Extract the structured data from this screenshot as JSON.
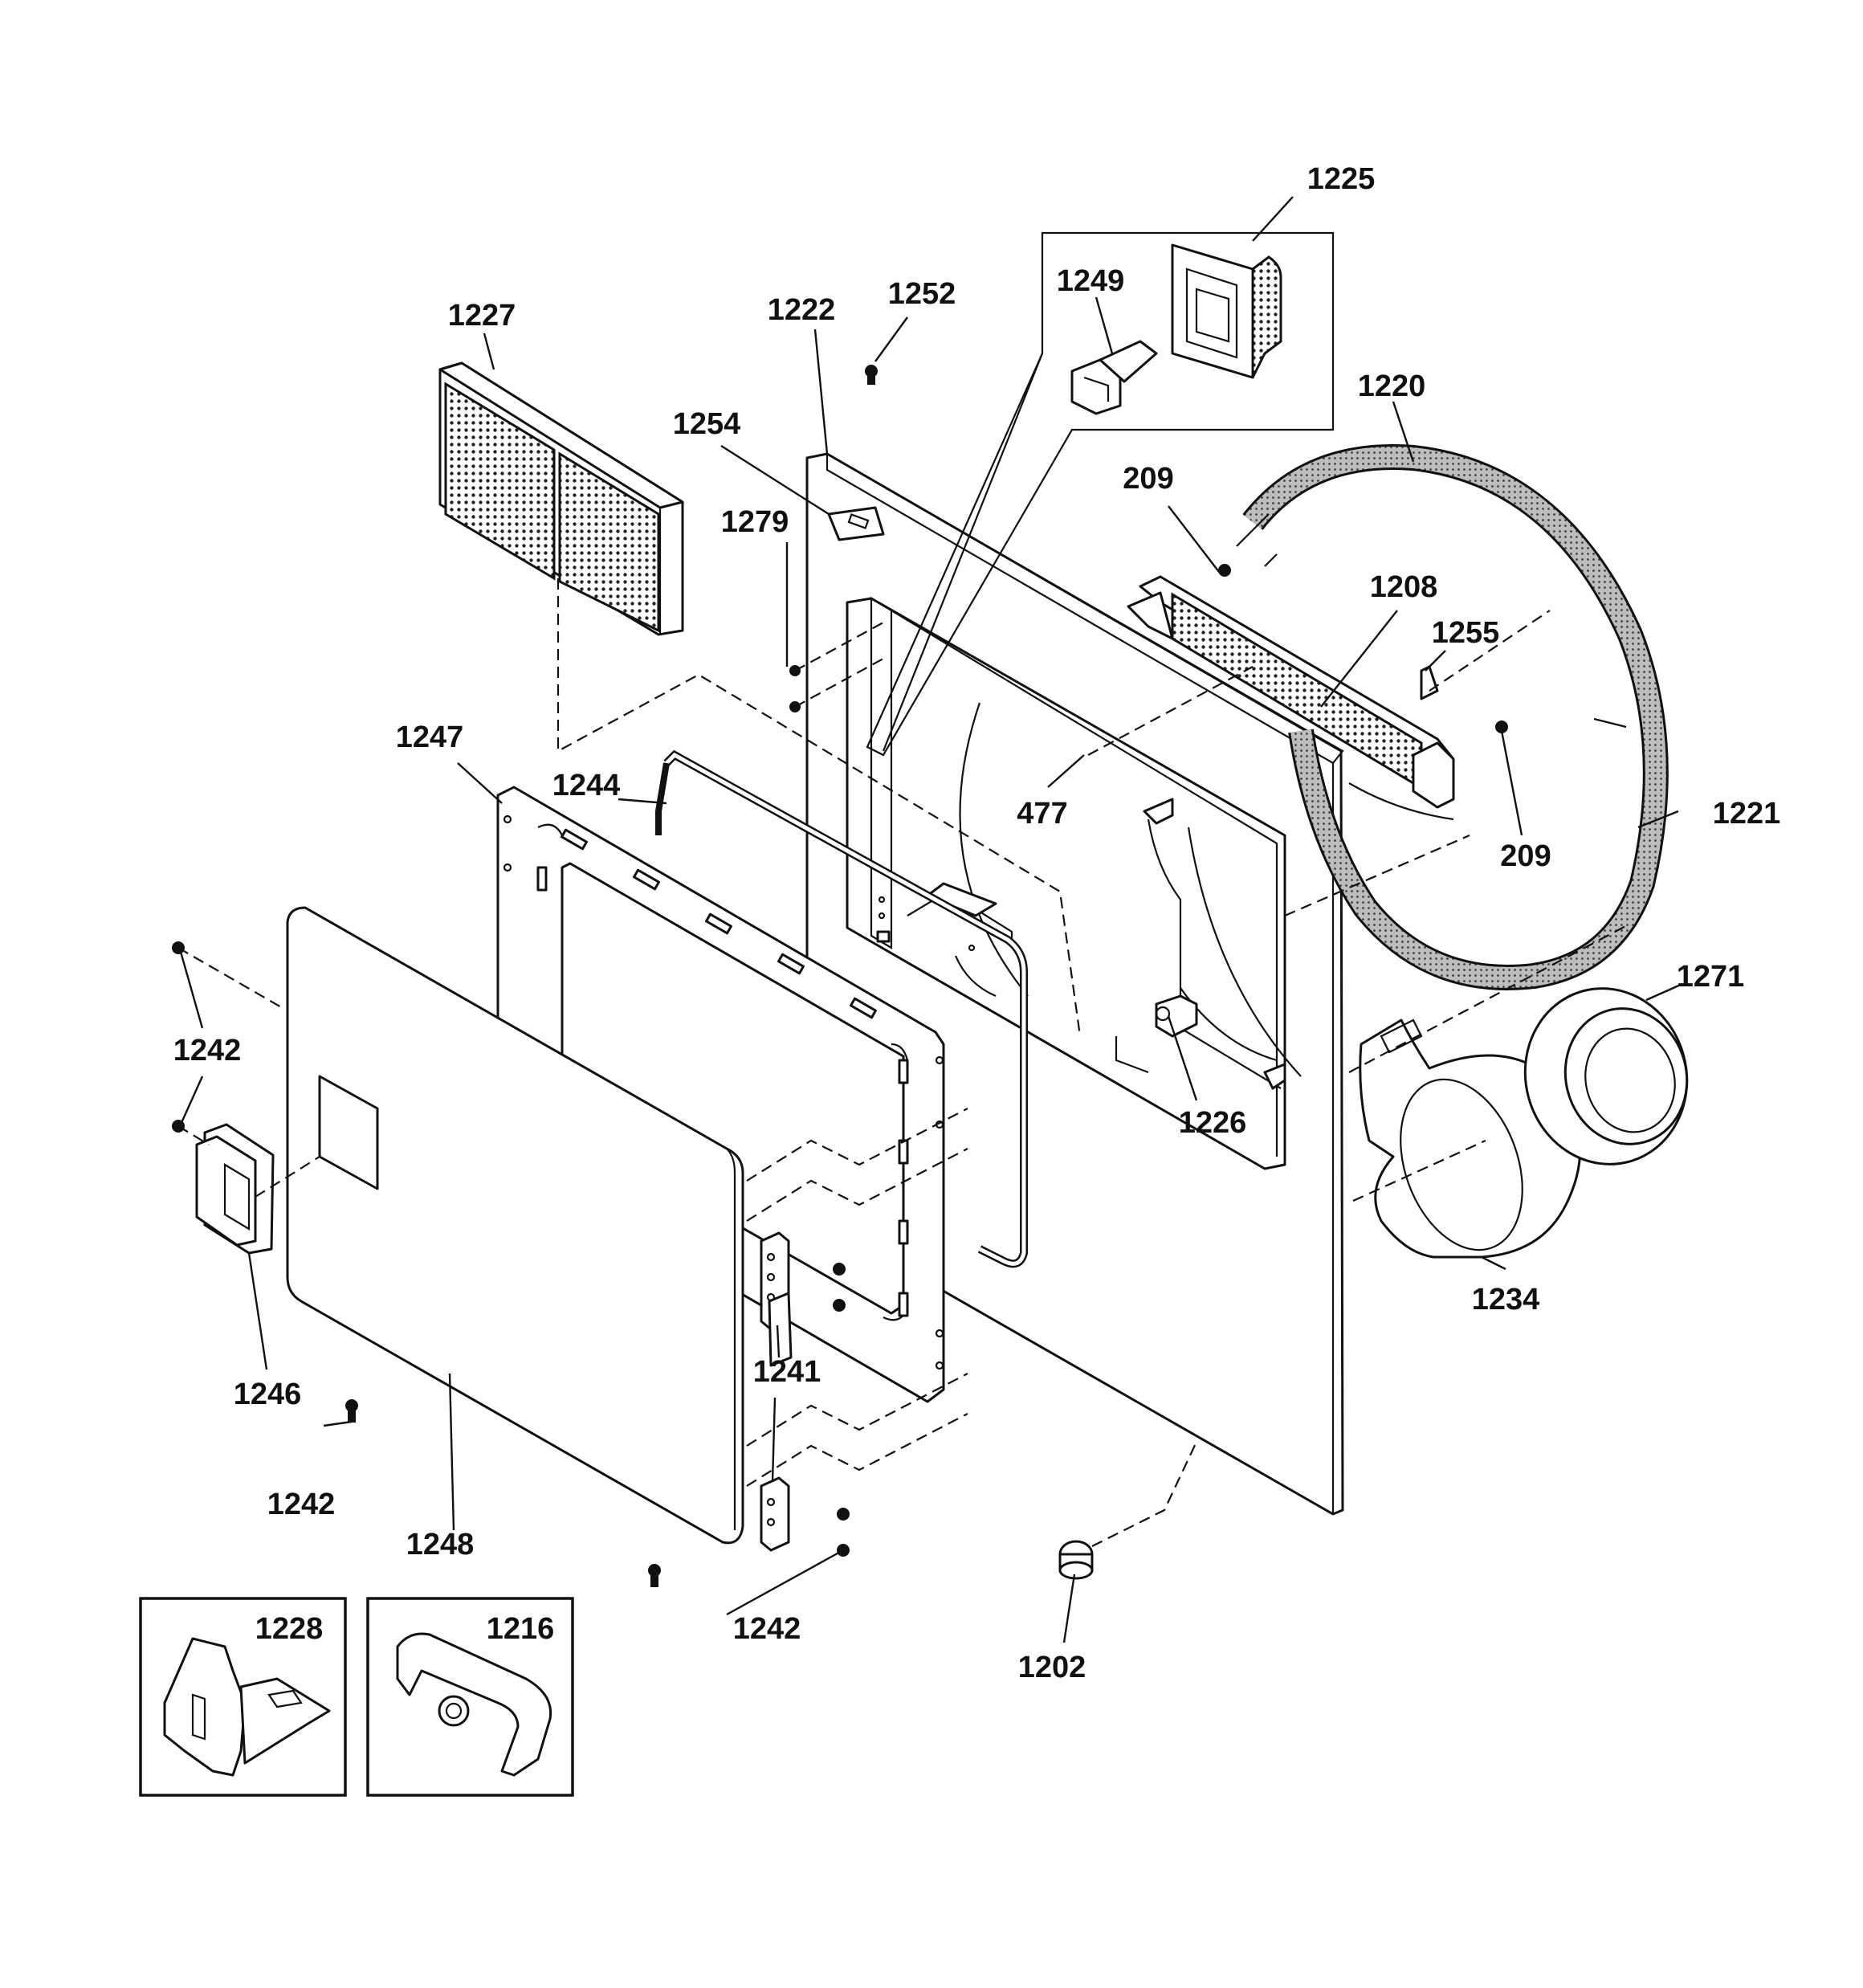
{
  "callouts": [
    {
      "id": "1225",
      "label": "1225"
    },
    {
      "id": "1249",
      "label": "1249"
    },
    {
      "id": "1252",
      "label": "1252"
    },
    {
      "id": "1222",
      "label": "1222"
    },
    {
      "id": "1227",
      "label": "1227"
    },
    {
      "id": "1220",
      "label": "1220"
    },
    {
      "id": "1254",
      "label": "1254"
    },
    {
      "id": "209a",
      "label": "209"
    },
    {
      "id": "1279",
      "label": "1279"
    },
    {
      "id": "1208",
      "label": "1208"
    },
    {
      "id": "1255",
      "label": "1255"
    },
    {
      "id": "1247",
      "label": "1247"
    },
    {
      "id": "1244",
      "label": "1244"
    },
    {
      "id": "477",
      "label": "477"
    },
    {
      "id": "1221",
      "label": "1221"
    },
    {
      "id": "209b",
      "label": "209"
    },
    {
      "id": "1271",
      "label": "1271"
    },
    {
      "id": "1242a",
      "label": "1242"
    },
    {
      "id": "1226",
      "label": "1226"
    },
    {
      "id": "1234",
      "label": "1234"
    },
    {
      "id": "1241",
      "label": "1241"
    },
    {
      "id": "1246",
      "label": "1246"
    },
    {
      "id": "1242b",
      "label": "1242"
    },
    {
      "id": "1248",
      "label": "1248"
    },
    {
      "id": "1242c",
      "label": "1242"
    },
    {
      "id": "1202",
      "label": "1202"
    },
    {
      "id": "1228",
      "label": "1228"
    },
    {
      "id": "1216",
      "label": "1216"
    }
  ]
}
